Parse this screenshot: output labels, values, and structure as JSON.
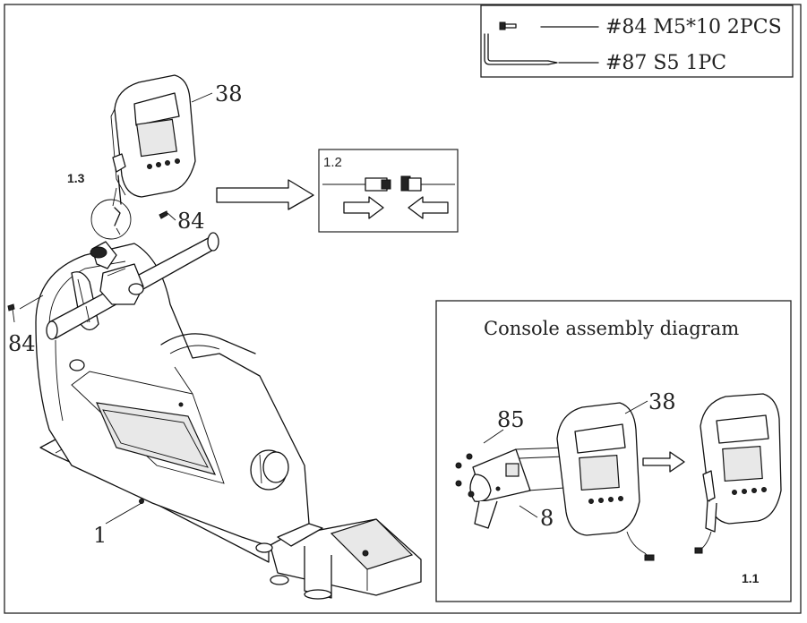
{
  "hardware": {
    "bolt_line": "#84  M5*10  2PCS",
    "wrench_line": "#87  S5  1PC"
  },
  "callouts": {
    "console_main": "38",
    "bolt_upper": "84",
    "bolt_left": "84",
    "frame": "1",
    "step_1_3": "1.3"
  },
  "detail_1_2": {
    "label": "1.2"
  },
  "console_assembly": {
    "title": "Console assembly diagram",
    "part_85": "85",
    "part_38": "38",
    "part_8": "8",
    "step_1_1": "1.1"
  }
}
